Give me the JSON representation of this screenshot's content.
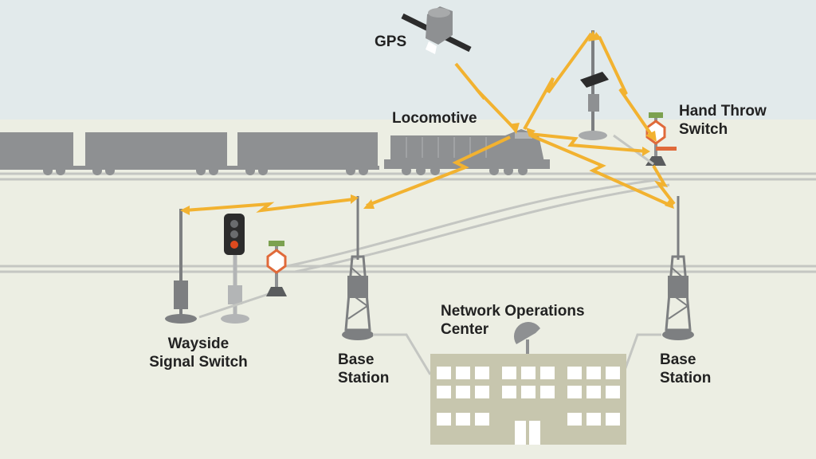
{
  "labels": {
    "gps": "GPS",
    "locomotive": "Locomotive",
    "hand_throw_line1": "Hand Throw",
    "hand_throw_line2": "Switch",
    "wayside_line1": "Wayside",
    "wayside_line2": "Signal Switch",
    "base_left_line1": "Base",
    "base_left_line2": "Station",
    "base_right_line1": "Base",
    "base_right_line2": "Station",
    "noc_line1": "Network Operations",
    "noc_line2": "Center"
  },
  "colors": {
    "sky": "#e2eaeb",
    "ground": "#eceee3",
    "rail": "#c4c6c2",
    "train": "#8e9092",
    "tower": "#7d7f81",
    "signal_link": "#f2b230",
    "building": "#c7c6ae",
    "window": "#ffffff",
    "switch_stand": "#e06a3a",
    "switch_flag": "#7ca150",
    "lamp_red": "#dd4a1e"
  }
}
